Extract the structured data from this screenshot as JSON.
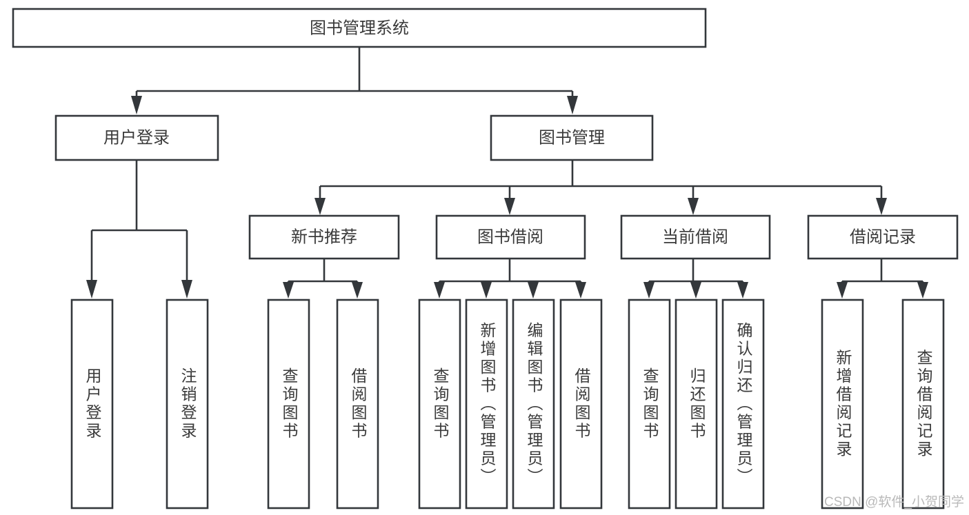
{
  "diagram": {
    "title": "图书管理系统",
    "type": "tree",
    "root": {
      "id": "root",
      "label": "图书管理系统",
      "orientation": "horizontal"
    },
    "level2": [
      {
        "id": "user-login",
        "label": "用户登录",
        "orientation": "horizontal"
      },
      {
        "id": "book-management",
        "label": "图书管理",
        "orientation": "horizontal"
      }
    ],
    "level3": [
      {
        "id": "new-book-recommend",
        "label": "新书推荐",
        "orientation": "horizontal",
        "parent": "book-management"
      },
      {
        "id": "book-borrow",
        "label": "图书借阅",
        "orientation": "horizontal",
        "parent": "book-management"
      },
      {
        "id": "current-borrow",
        "label": "当前借阅",
        "orientation": "horizontal",
        "parent": "book-management"
      },
      {
        "id": "borrow-record",
        "label": "借阅记录",
        "orientation": "horizontal",
        "parent": "book-management"
      }
    ],
    "leaves": [
      {
        "id": "leaf-user-login",
        "label": "用户登录",
        "orientation": "vertical",
        "parent": "user-login"
      },
      {
        "id": "leaf-user-logout",
        "label": "注销登录",
        "orientation": "vertical",
        "parent": "user-login"
      },
      {
        "id": "leaf-query-book-1",
        "label": "查询图书",
        "orientation": "vertical",
        "parent": "new-book-recommend"
      },
      {
        "id": "leaf-borrow-book-1",
        "label": "借阅图书",
        "orientation": "vertical",
        "parent": "new-book-recommend"
      },
      {
        "id": "leaf-query-book-2",
        "label": "查询图书",
        "orientation": "vertical",
        "parent": "book-borrow"
      },
      {
        "id": "leaf-add-book",
        "label": "新增图书（管理员）",
        "orientation": "vertical",
        "parent": "book-borrow"
      },
      {
        "id": "leaf-edit-book",
        "label": "编辑图书（管理员）",
        "orientation": "vertical",
        "parent": "book-borrow"
      },
      {
        "id": "leaf-borrow-book-2",
        "label": "借阅图书",
        "orientation": "vertical",
        "parent": "book-borrow"
      },
      {
        "id": "leaf-query-book-3",
        "label": "查询图书",
        "orientation": "vertical",
        "parent": "current-borrow"
      },
      {
        "id": "leaf-return-book",
        "label": "归还图书",
        "orientation": "vertical",
        "parent": "current-borrow"
      },
      {
        "id": "leaf-confirm-return",
        "label": "确认归还（管理员）",
        "orientation": "vertical",
        "parent": "current-borrow"
      },
      {
        "id": "leaf-add-record",
        "label": "新增借阅记录",
        "orientation": "vertical",
        "parent": "borrow-record"
      },
      {
        "id": "leaf-query-record",
        "label": "查询借阅记录",
        "orientation": "vertical",
        "parent": "borrow-record"
      }
    ]
  },
  "watermark": {
    "text": "CSDN @软件_小贺同学"
  },
  "colors": {
    "stroke": "#33373b",
    "box_fill": "#ffffff",
    "text": "#3a3a3a",
    "watermark": "#b9b9b9",
    "background": "#ffffff"
  }
}
